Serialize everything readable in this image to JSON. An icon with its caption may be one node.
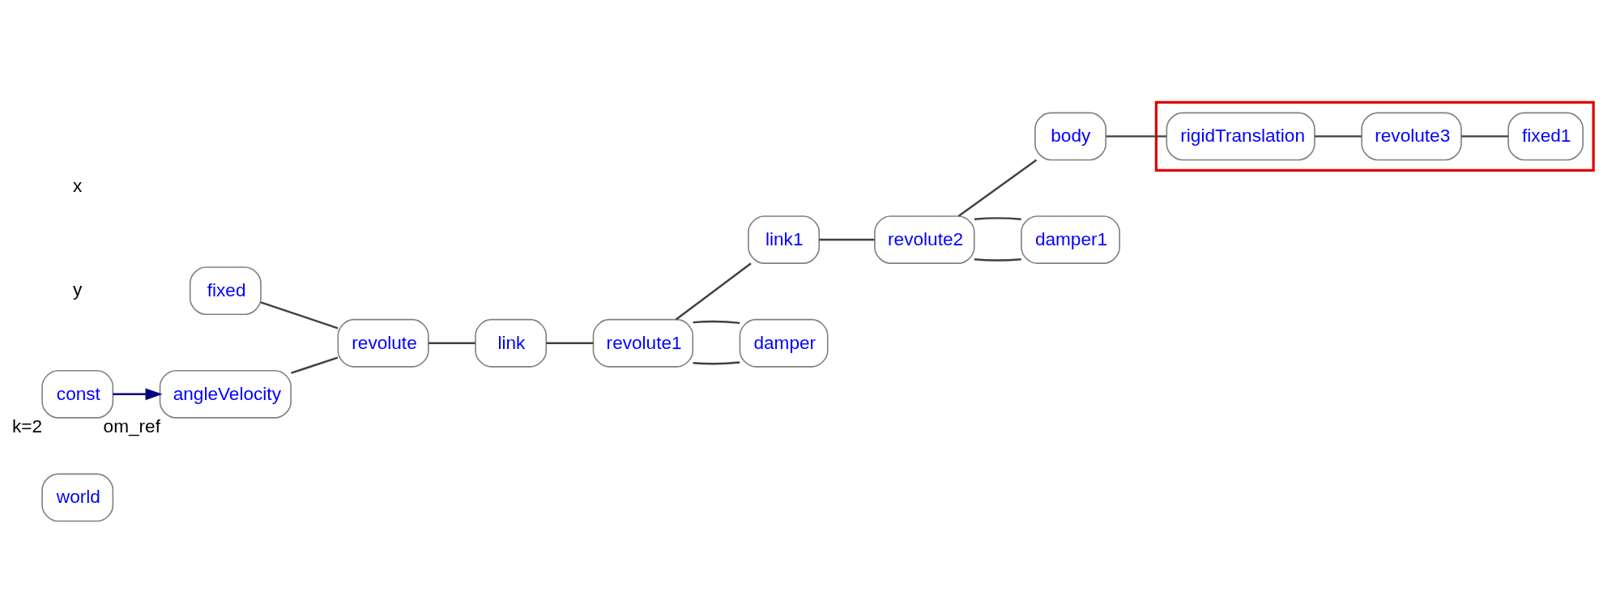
{
  "diagram": {
    "nodes": [
      {
        "text": [
          "world"
        ]
      },
      {
        "text": [
          "fixed"
        ]
      },
      {
        "text": [
          "revolute"
        ]
      },
      {
        "text": [
          "link"
        ]
      },
      {
        "text": [
          "revolute1"
        ]
      },
      {
        "text": [
          "link1"
        ]
      },
      {
        "text": [
          "revolute2"
        ]
      },
      {
        "text": [
          "body"
        ]
      },
      {
        "text": [],
        "shape": "box"
      },
      {
        "text": [
          "rigidTranslation"
        ],
        "in": 8
      },
      {
        "text": [
          "revolute3"
        ],
        "in": 8
      },
      {
        "text": [
          "fixed1"
        ],
        "in": 8
      },
      {
        "text": [
          "const"
        ],
        "beside": [
          "k=2"
        ]
      },
      {
        "text": [
          "angleVelocity"
        ],
        "beside": [
          "om_ref"
        ]
      },
      {
        "text": [
          "damper"
        ]
      },
      {
        "text": [
          "damper1"
        ]
      }
    ],
    "edges": [
      {
        "from": 1,
        "to": 2,
        "arrow": "none"
      },
      {
        "from": 2,
        "to": 3,
        "arrow": "none"
      },
      {
        "from": 3,
        "to": 4,
        "arrow": "none"
      },
      {
        "from": 4,
        "to": 5,
        "arrow": "none"
      },
      {
        "from": 5,
        "to": 6,
        "arrow": "none"
      },
      {
        "from": 6,
        "to": 7,
        "arrow": "none"
      },
      {
        "from": 7,
        "to": 9,
        "arrow": "none"
      },
      {
        "from": 9,
        "to": 10,
        "arrow": "none"
      },
      {
        "from": 10,
        "to": 11,
        "arrow": "none"
      },
      {
        "from": 12,
        "to": 13,
        "arrow": "to",
        "color": "#00007f"
      },
      {
        "from": 13,
        "to": 2,
        "arrow": "none"
      },
      {
        "from": 4,
        "to": 14,
        "arrow": "none"
      },
      {
        "from": 4,
        "to": 14,
        "arrow": "none"
      },
      {
        "from": 6,
        "to": 15,
        "arrow": "none"
      },
      {
        "from": 6,
        "to": 15,
        "arrow": "none"
      }
    ],
    "labels": [
      "y",
      "x"
    ]
  }
}
